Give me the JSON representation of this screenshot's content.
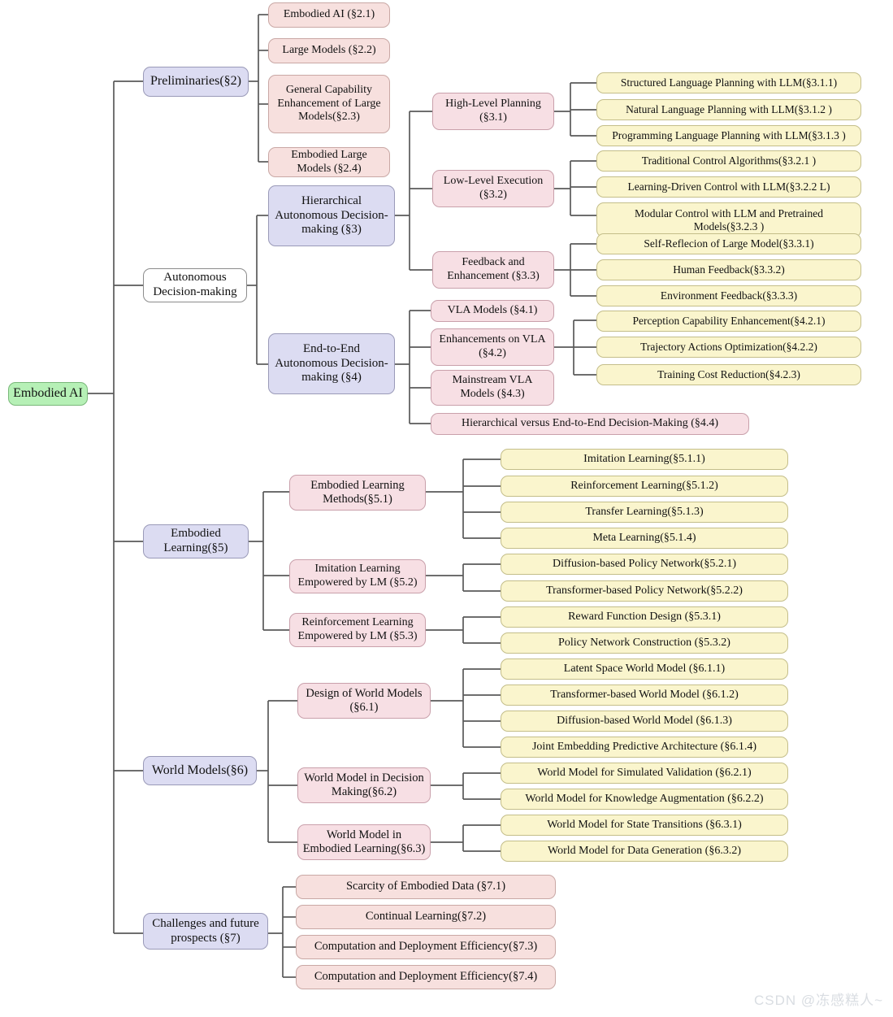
{
  "title": "Embodied AI Survey Mind Map",
  "watermark": "CSDN @冻感糕人~",
  "colors": {
    "root": "#b6f0b6",
    "level1": "#dcdcf2",
    "level1_plain": "#ffffff",
    "level2": "#f7e0de",
    "level2_rose": "#f7dfe4",
    "level3": "#faf5cd",
    "link": "#5a5a5a"
  },
  "root": {
    "label": "Embodied AI"
  },
  "branches": [
    {
      "id": "preliminaries",
      "label": "Preliminaries(§2)",
      "children": [
        {
          "id": "s2-1",
          "label": "Embodied AI (§2.1)"
        },
        {
          "id": "s2-2",
          "label": "Large Models (§2.2)"
        },
        {
          "id": "s2-3",
          "label": "General Capability Enhancement of Large Models(§2.3)"
        },
        {
          "id": "s2-4",
          "label": "Embodied Large Models (§2.4)"
        }
      ]
    },
    {
      "id": "autonomous",
      "label": "Autonomous Decision-making",
      "children": [
        {
          "id": "s3",
          "label": "Hierarchical Autonomous Decision-making (§3)",
          "children": [
            {
              "id": "s3-1",
              "label": "High-Level Planning (§3.1)",
              "children": [
                {
                  "id": "s3-1-1",
                  "label": "Structured Language Planning with LLM(§3.1.1)"
                },
                {
                  "id": "s3-1-2",
                  "label": "Natural Language Planning with LLM(§3.1.2 )"
                },
                {
                  "id": "s3-1-3",
                  "label": "Programming Language Planning with LLM(§3.1.3 )"
                }
              ]
            },
            {
              "id": "s3-2",
              "label": "Low-Level Execution (§3.2)",
              "children": [
                {
                  "id": "s3-2-1",
                  "label": "Traditional Control Algorithms(§3.2.1 )"
                },
                {
                  "id": "s3-2-2",
                  "label": "Learning-Driven Control with LLM(§3.2.2 L)"
                },
                {
                  "id": "s3-2-3",
                  "label": "Modular Control with LLM and Pretrained Models(§3.2.3 )"
                }
              ]
            },
            {
              "id": "s3-3",
              "label": "Feedback and Enhancement (§3.3)",
              "children": [
                {
                  "id": "s3-3-1",
                  "label": "Self-Reflecion of Large Model(§3.3.1)"
                },
                {
                  "id": "s3-3-2",
                  "label": "Human Feedback(§3.3.2)"
                },
                {
                  "id": "s3-3-3",
                  "label": "Environment Feedback(§3.3.3)"
                }
              ]
            }
          ]
        },
        {
          "id": "s4",
          "label": "End-to-End Autonomous Decision-making (§4)",
          "children": [
            {
              "id": "s4-1",
              "label": "VLA Models (§4.1)"
            },
            {
              "id": "s4-2",
              "label": "Enhancements on VLA  (§4.2)",
              "children": [
                {
                  "id": "s4-2-1",
                  "label": "Perception Capability Enhancement(§4.2.1)"
                },
                {
                  "id": "s4-2-2",
                  "label": "Trajectory Actions Optimization(§4.2.2)"
                },
                {
                  "id": "s4-2-3",
                  "label": "Training Cost Reduction(§4.2.3)"
                }
              ]
            },
            {
              "id": "s4-3",
              "label": "Mainstream VLA Models (§4.3)"
            },
            {
              "id": "s4-4",
              "label": "Hierarchical versus End-to-End Decision-Making (§4.4)"
            }
          ]
        }
      ]
    },
    {
      "id": "s5",
      "label": "Embodied Learning(§5)",
      "children": [
        {
          "id": "s5-1",
          "label": "Embodied Learning Methods(§5.1)",
          "children": [
            {
              "id": "s5-1-1",
              "label": "Imitation Learning(§5.1.1)"
            },
            {
              "id": "s5-1-2",
              "label": "Reinforcement Learning(§5.1.2)"
            },
            {
              "id": "s5-1-3",
              "label": "Transfer Learning(§5.1.3)"
            },
            {
              "id": "s5-1-4",
              "label": "Meta Learning(§5.1.4)"
            }
          ]
        },
        {
          "id": "s5-2",
          "label": "Imitation Learning Empowered by LM (§5.2)",
          "children": [
            {
              "id": "s5-2-1",
              "label": "Diffusion-based Policy Network(§5.2.1)"
            },
            {
              "id": "s5-2-2",
              "label": "Transformer-based Policy Network(§5.2.2)"
            }
          ]
        },
        {
          "id": "s5-3",
          "label": "Reinforcement Learning Empowered by LM (§5.3)",
          "children": [
            {
              "id": "s5-3-1",
              "label": "Reward Function Design (§5.3.1)"
            },
            {
              "id": "s5-3-2",
              "label": "Policy Network Construction (§5.3.2)"
            }
          ]
        }
      ]
    },
    {
      "id": "s6",
      "label": "World Models(§6)",
      "children": [
        {
          "id": "s6-1",
          "label": "Design of World Models (§6.1)",
          "children": [
            {
              "id": "s6-1-1",
              "label": "Latent Space World Model (§6.1.1)"
            },
            {
              "id": "s6-1-2",
              "label": "Transformer-based World Model (§6.1.2)"
            },
            {
              "id": "s6-1-3",
              "label": "Diffusion-based World Model (§6.1.3)"
            },
            {
              "id": "s6-1-4",
              "label": "Joint Embedding Predictive Architecture (§6.1.4)"
            }
          ]
        },
        {
          "id": "s6-2",
          "label": "World Model in Decision Making(§6.2)",
          "children": [
            {
              "id": "s6-2-1",
              "label": "World Model for Simulated Validation (§6.2.1)"
            },
            {
              "id": "s6-2-2",
              "label": "World Model for Knowledge Augmentation (§6.2.2)"
            }
          ]
        },
        {
          "id": "s6-3",
          "label": "World Model in Embodied Learning(§6.3)",
          "children": [
            {
              "id": "s6-3-1",
              "label": "World Model for State Transitions (§6.3.1)"
            },
            {
              "id": "s6-3-2",
              "label": "World Model for Data Generation (§6.3.2)"
            }
          ]
        }
      ]
    },
    {
      "id": "s7",
      "label": "Challenges and future prospects  (§7)",
      "children": [
        {
          "id": "s7-1",
          "label": "Scarcity of Embodied Data (§7.1)"
        },
        {
          "id": "s7-2",
          "label": "Continual Learning(§7.2)"
        },
        {
          "id": "s7-3",
          "label": "Computation and Deployment Efficiency(§7.3)"
        },
        {
          "id": "s7-4",
          "label": "Computation and Deployment Efficiency(§7.4)"
        }
      ]
    }
  ]
}
